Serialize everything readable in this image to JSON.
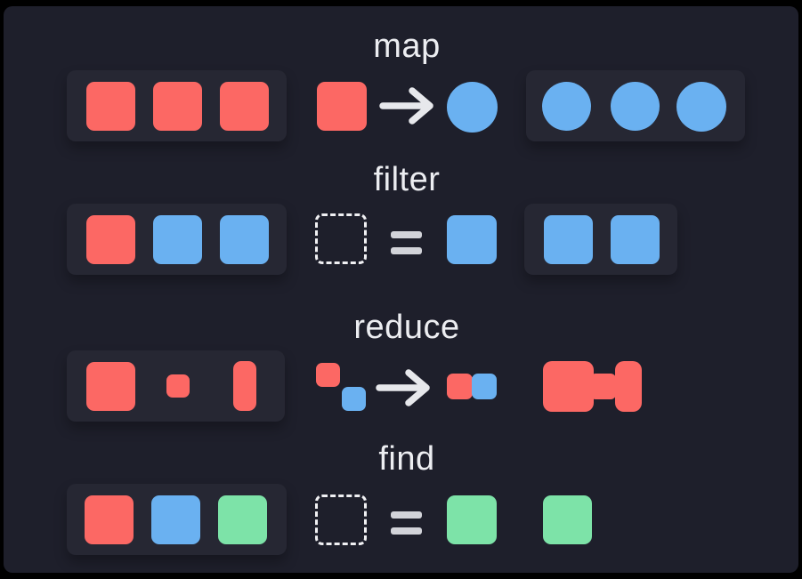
{
  "palette": {
    "frame": "#000000",
    "background": "#1E1F2B",
    "container": "#262733",
    "red": "#FC6864",
    "blue": "#6AB1F1",
    "green": "#7DE3A8",
    "line": "#E7E8EC",
    "equals": "#D2D3D9",
    "dash": "#F0F0F3",
    "title_text": "#ECEDF1"
  },
  "rows": [
    {
      "label": "map",
      "operation_symbol": "→",
      "input": [
        "red-square",
        "red-square",
        "red-square"
      ],
      "transform": {
        "from": "red-square",
        "to": "blue-circle"
      },
      "output": [
        "blue-circle",
        "blue-circle",
        "blue-circle"
      ]
    },
    {
      "label": "filter",
      "operation_symbol": "=",
      "predicate": {
        "placeholder": "dashed-square",
        "equals": "blue-square"
      },
      "input": [
        "red-square",
        "blue-square",
        "blue-square"
      ],
      "output": [
        "blue-square",
        "blue-square"
      ]
    },
    {
      "label": "reduce",
      "operation_symbol": "→",
      "combine": {
        "pair": [
          "red-square-small",
          "blue-square-small"
        ],
        "to": "red-blue-merged-pair"
      },
      "input": [
        "red-square-large",
        "red-square-small",
        "red-rect-tall"
      ],
      "output": [
        "red-merged-dumbbell-shape"
      ]
    },
    {
      "label": "find",
      "operation_symbol": "=",
      "predicate": {
        "placeholder": "dashed-square",
        "equals": "green-square"
      },
      "input": [
        "red-square",
        "blue-square",
        "green-square"
      ],
      "output": [
        "green-square"
      ]
    }
  ]
}
